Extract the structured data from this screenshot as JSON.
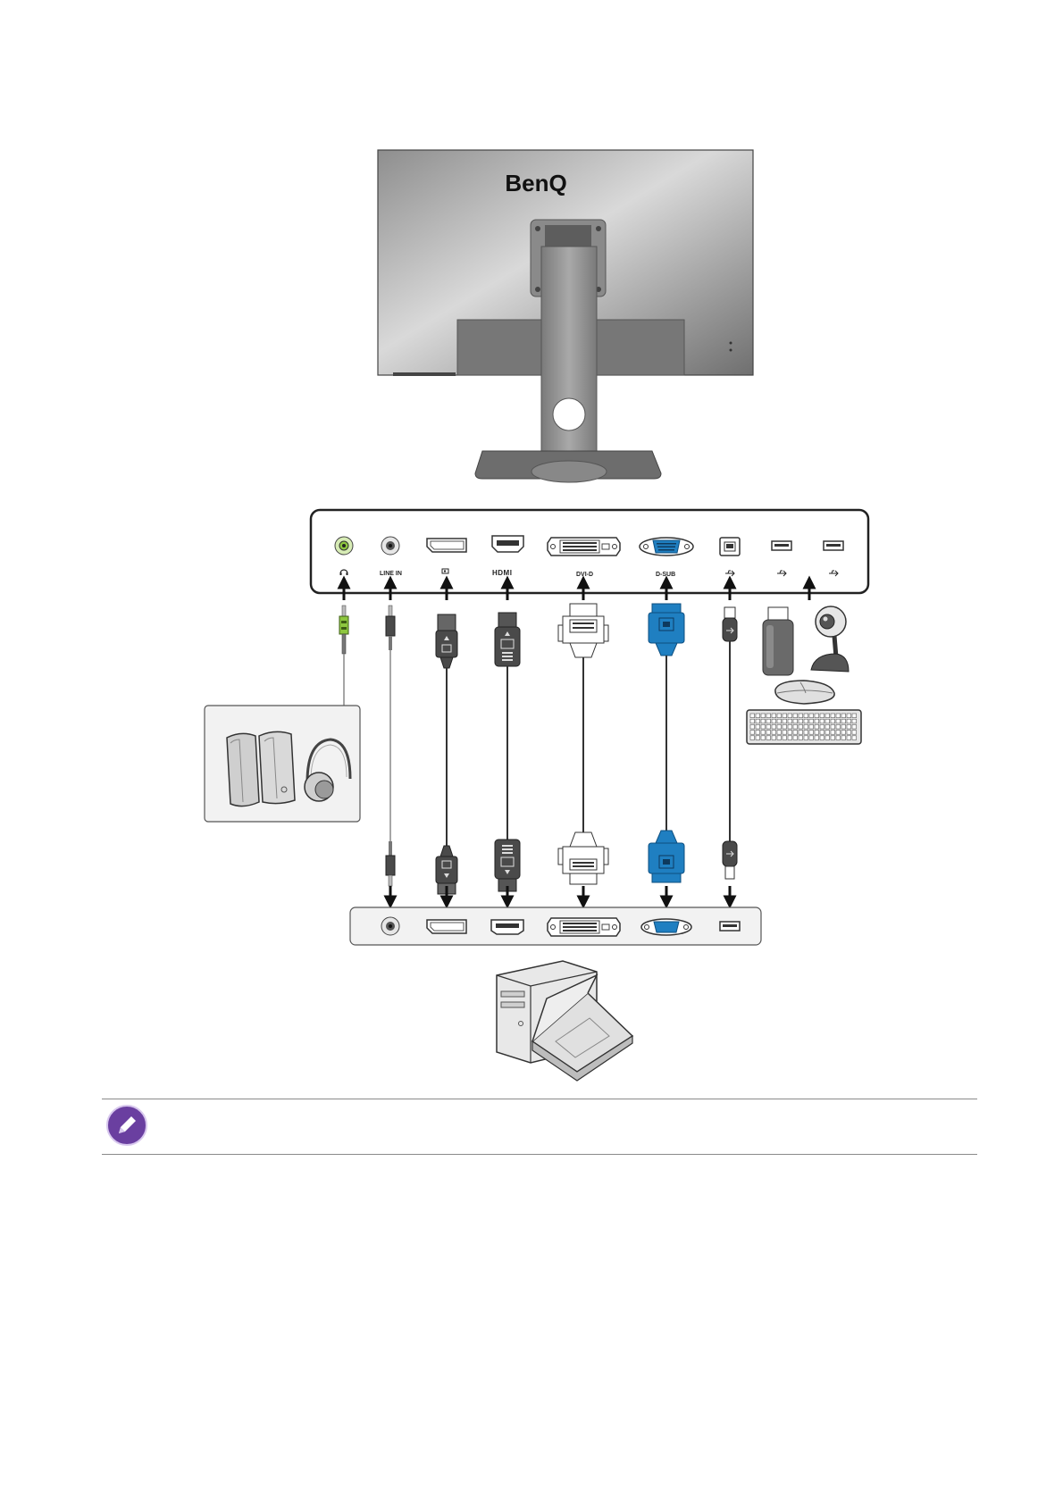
{
  "monitor": {
    "brand_logo": "BenQ"
  },
  "monitor_ports": [
    {
      "id": "headphone",
      "label": "",
      "icon": "headphone-icon"
    },
    {
      "id": "line-in",
      "label": "LINE IN"
    },
    {
      "id": "displayport",
      "label": "",
      "icon": "displayport-icon"
    },
    {
      "id": "hdmi",
      "label": "HDMI"
    },
    {
      "id": "dvi-d",
      "label": "DVI-D"
    },
    {
      "id": "d-sub",
      "label": "D-SUB"
    },
    {
      "id": "usb-upstream",
      "label": "",
      "icon": "usb-icon"
    },
    {
      "id": "usb-downstream-1",
      "label": "",
      "icon": "usb-icon"
    },
    {
      "id": "usb-downstream-2",
      "label": "",
      "icon": "usb-icon"
    }
  ],
  "colors": {
    "headphone_accent": "#8dc63f",
    "vga_blue": "#1f7fc1",
    "note_icon": "#6a3fa0",
    "panel_bg": "#f2f2f2",
    "monitor_grey": "#9a9a9a"
  },
  "note": {
    "icon": "pencil-icon"
  }
}
